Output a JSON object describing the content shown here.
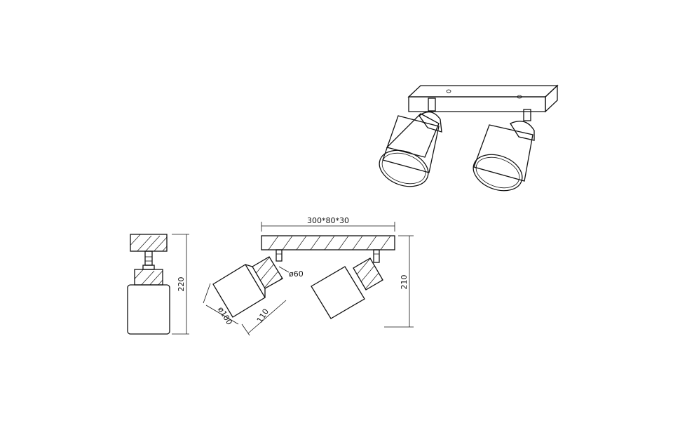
{
  "drawing": {
    "dimensions": {
      "base_size": "300*80*30",
      "height_side": "220",
      "height_front": "210",
      "shade_diameter": "ø100",
      "shade_length": "110",
      "stem_diameter": "ø60"
    }
  }
}
